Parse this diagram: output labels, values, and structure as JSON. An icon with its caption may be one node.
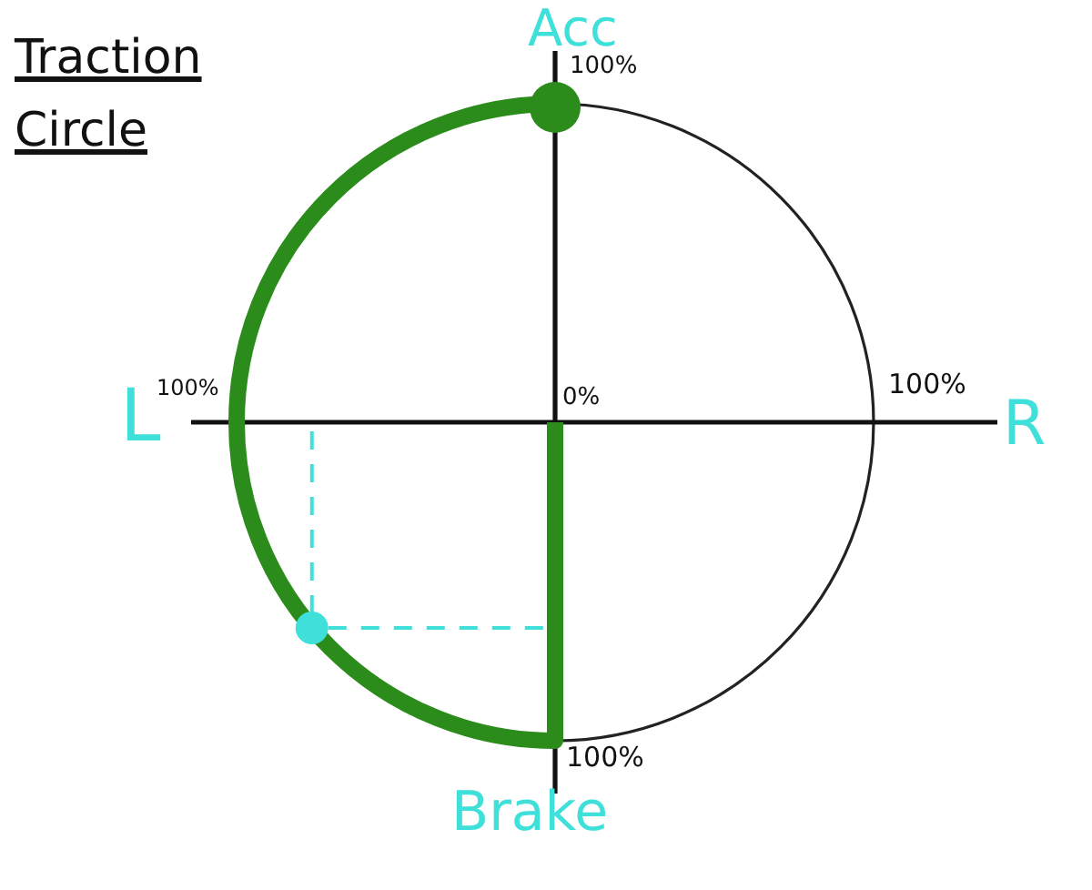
{
  "diagram": {
    "title": "Traction Circle",
    "labels": [
      "Acc",
      "100%",
      "L",
      "100%",
      "0%",
      "100%",
      "R",
      "100%",
      "Brake"
    ]
  }
}
